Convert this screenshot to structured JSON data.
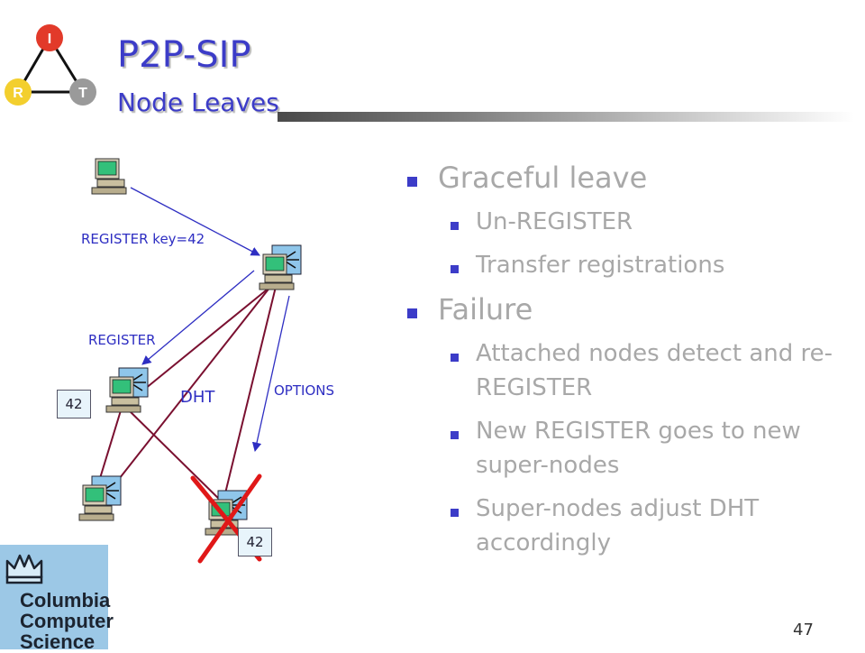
{
  "slide": {
    "title": "P2P-SIP",
    "subtitle": "Node Leaves",
    "page_number": "47"
  },
  "logo_top": {
    "nodes": [
      "I",
      "R",
      "T"
    ],
    "colors": {
      "I": "#e23a2a",
      "R": "#f3cf2e",
      "T": "#9a9a9a"
    }
  },
  "bullets": [
    {
      "text": "Graceful leave",
      "sub": [
        "Un-REGISTER",
        "Transfer registrations"
      ]
    },
    {
      "text": "Failure",
      "sub": [
        "Attached nodes detect and re-REGISTER",
        "New REGISTER goes to new super-nodes",
        "Super-nodes adjust DHT accordingly"
      ]
    }
  ],
  "diagram": {
    "labels": {
      "register_key": "REGISTER key=42",
      "register": "REGISTER",
      "dht": "DHT",
      "options": "OPTIONS"
    },
    "keys": {
      "left": "42",
      "failed": "42"
    },
    "colors": {
      "arrow": "#2e2ec2",
      "dht_link": "#7a1030",
      "fail_mark": "#e01818"
    }
  },
  "logo_bottom": {
    "lines": [
      "Columbia",
      "Computer",
      "Science"
    ]
  }
}
